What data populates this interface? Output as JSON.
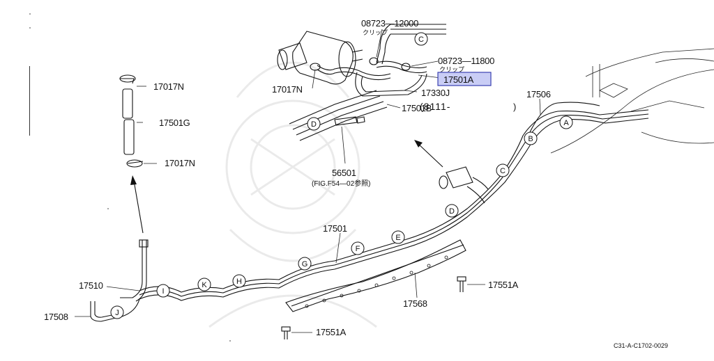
{
  "watermark": "samurai-crest-watermark",
  "parts": {
    "p08723_12000": "08723—12000",
    "p08723_12000_sub": "クリップ",
    "p08723_11800": "08723—11800",
    "p08723_11800_sub": "クリップ",
    "p17501A": "17501A",
    "p17017N_top": "17017N",
    "p17330J": "17330J",
    "p17501B": "17501B",
    "p_bracket_partial": "(8111-",
    "p_bracket_close": ")",
    "p56501": "56501",
    "p56501_ref": "(FIG.F54—02参照)",
    "p17506": "17506",
    "p17017N_a": "17017N",
    "p17501G": "17501G",
    "p17017N_b": "17017N",
    "p17501": "17501",
    "p17510": "17510",
    "p17508": "17508",
    "p17568": "17568",
    "p17551A_right": "17551A",
    "p17551A_bottom": "17551A",
    "diagram_code": "C31-A-C1702-0029"
  },
  "clip_labels": {
    "A": "A",
    "B": "B",
    "C": "C",
    "D": "D",
    "E": "E",
    "F": "F",
    "G": "G",
    "H": "H",
    "I": "I",
    "J": "J",
    "K": "K"
  },
  "highlight_color": "#c9cdf5"
}
